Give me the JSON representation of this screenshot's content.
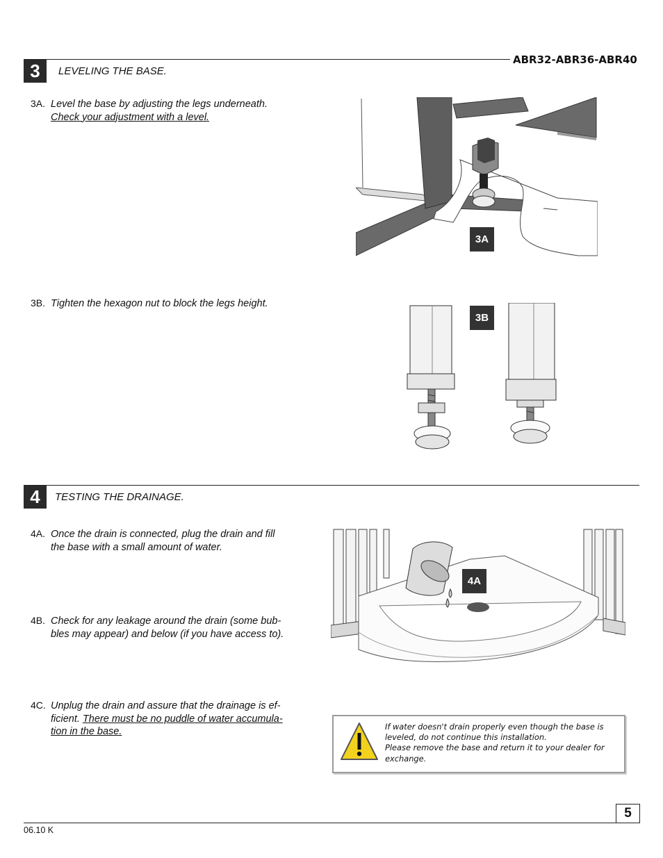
{
  "header": {
    "model": "ABR32-ABR36-ABR40"
  },
  "section3": {
    "number": "3",
    "title": "LEVELING THE BASE.",
    "step_a": {
      "label": "3A.",
      "line1": "Level the base by adjusting the legs underneath.",
      "line2": "Check your adjustment with a level."
    },
    "step_b": {
      "label": "3B.",
      "text": "Tighten the hexagon nut to block the legs height."
    },
    "fig_a_tag": "3A",
    "fig_b_tag": "3B"
  },
  "section4": {
    "number": "4",
    "title": "TESTING THE DRAINAGE.",
    "step_a": {
      "label": "4A.",
      "line1": "Once the drain is connected, plug the drain and fill",
      "line2": "the base with a small amount of water."
    },
    "step_b": {
      "label": "4B.",
      "line1": "Check for any leakage around the drain (some bub-",
      "line2": "bles may appear) and below (if you have access to)."
    },
    "step_c": {
      "label": "4C.",
      "line1": "Unplug the drain and assure that the drainage is ef-",
      "line2_plain": "ficient. ",
      "line2_underlined": "There must be no puddle of water accumula-",
      "line3": "tion in the base."
    },
    "fig_a_tag": "4A"
  },
  "warning": {
    "icon": "warning-triangle-icon",
    "line1": "If water doesn't drain properly even though the base is",
    "line2": "leveled, do not continue this installation.",
    "line3": "Please remove the base and return it to your dealer for",
    "line4": "exchange."
  },
  "footer": {
    "page_number": "5",
    "revision": "06.10 K"
  }
}
